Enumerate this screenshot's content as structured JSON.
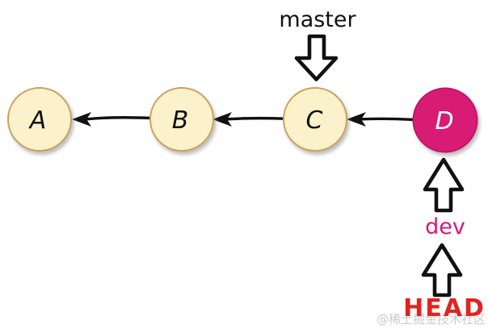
{
  "diagram": {
    "branches": {
      "master_label": "master",
      "dev_label": "dev",
      "head_label": "HEAD"
    },
    "commits": [
      {
        "id": "A"
      },
      {
        "id": "B"
      },
      {
        "id": "C"
      },
      {
        "id": "D"
      }
    ],
    "watermark": "@稀土掘金技术社区",
    "colors": {
      "commit_fill": "#FBF1CB",
      "commit_border": "#C9A25D",
      "head_commit_fill": "#D81B74",
      "head_commit_border": "#C11367",
      "commit_text": "#111111",
      "head_commit_text": "#FFFFFF",
      "master_label": "#111111",
      "dev_label": "#D6197F",
      "head_label": "#E02420",
      "arrow": "#111111",
      "watermark": "#C3C3C3"
    }
  }
}
